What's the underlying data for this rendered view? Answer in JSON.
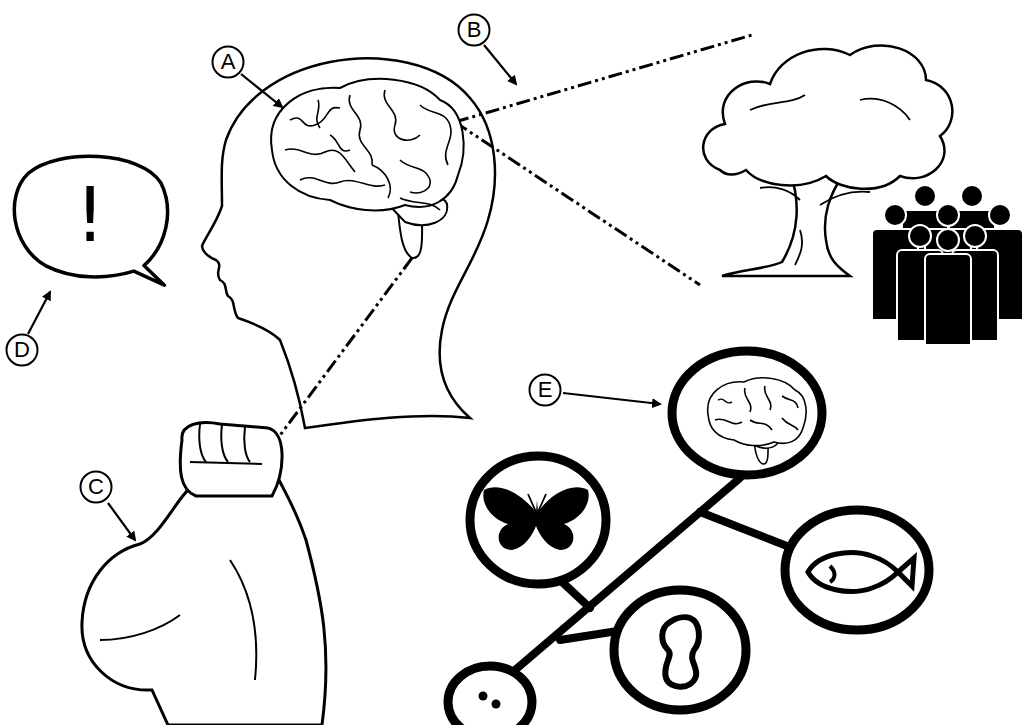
{
  "diagram": {
    "nodes": [
      {
        "text": [
          "A"
        ]
      },
      {
        "text": [
          "B"
        ]
      },
      {
        "text": [
          "!"
        ]
      },
      {
        "text": [
          "D"
        ]
      },
      {
        "text": [
          "E"
        ]
      },
      {
        "text": [
          "C"
        ]
      }
    ]
  }
}
